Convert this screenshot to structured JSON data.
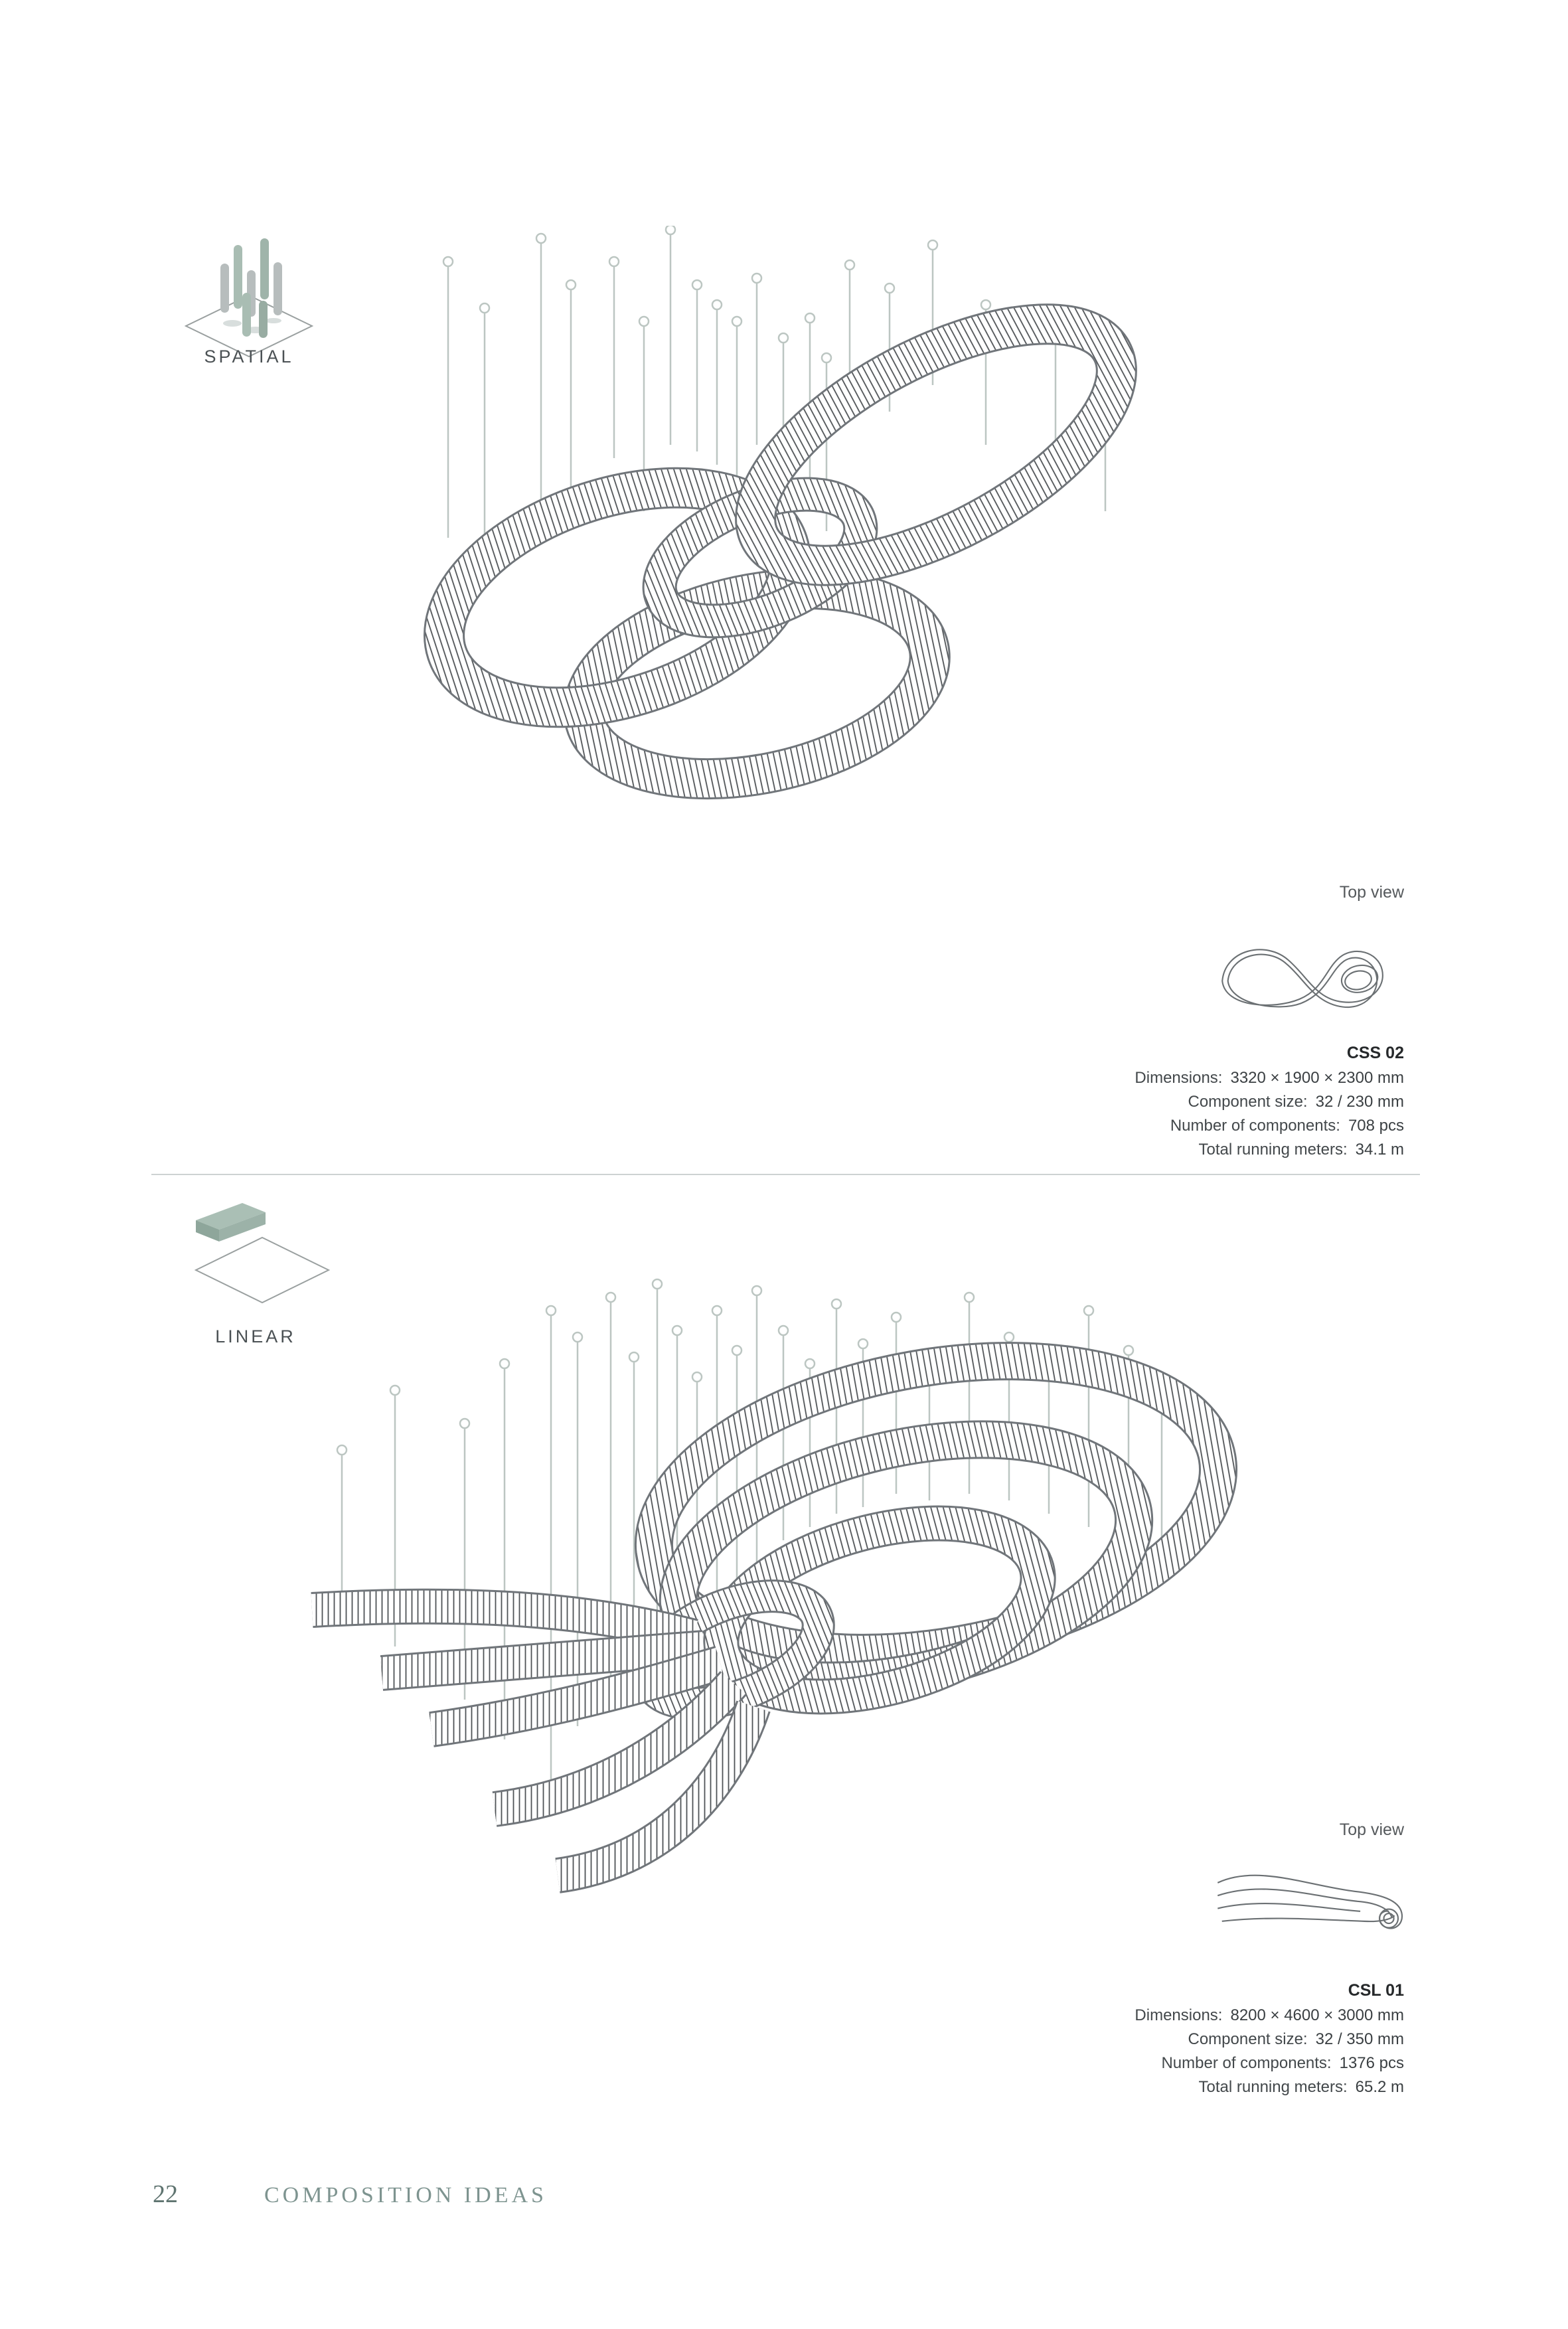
{
  "page": {
    "number": "22",
    "footer_title": "COMPOSITION IDEAS"
  },
  "style": {
    "accent_green": "#a9bdb3",
    "suspension_line_color": "#bcc6c2",
    "footer_text_color": "#7e9490",
    "divider_color": "#cdd2d2",
    "ink_color": "#3f4447"
  },
  "sections": [
    {
      "category": "SPATIAL",
      "category_icon": "spatial-composition-icon",
      "top_view_label": "Top view",
      "product": {
        "code": "CSS 02",
        "specs": [
          {
            "label": "Dimensions:",
            "value": "3320 × 1900 × 2300 mm"
          },
          {
            "label": "Component size:",
            "value": "32 / 230 mm"
          },
          {
            "label": "Number of components:",
            "value": "708 pcs"
          },
          {
            "label": "Total running meters:",
            "value": "34.1 m"
          }
        ]
      }
    },
    {
      "category": "LINEAR",
      "category_icon": "linear-composition-icon",
      "top_view_label": "Top view",
      "product": {
        "code": "CSL 01",
        "specs": [
          {
            "label": "Dimensions:",
            "value": "8200 × 4600 × 3000 mm"
          },
          {
            "label": "Component size:",
            "value": "32 / 350 mm"
          },
          {
            "label": "Number of components:",
            "value": "1376 pcs"
          },
          {
            "label": "Total running meters:",
            "value": "65.2 m"
          }
        ]
      }
    }
  ]
}
